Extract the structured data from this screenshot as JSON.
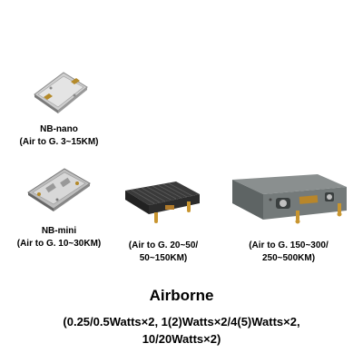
{
  "products": [
    {
      "name": "NB-nano",
      "range": "(Air to G. 3~15KM)"
    },
    {
      "name": "NB-mini",
      "range": "(Air to G. 10~30KM)"
    },
    {
      "range_line1": "(Air to G. 20~50/",
      "range_line2": "50~150KM)"
    },
    {
      "range_line1": "(Air to G. 150~300/",
      "range_line2": "250~500KM)"
    }
  ],
  "heading": "Airborne",
  "specs": {
    "line1": "(0.25/0.5Watts×2, 1(2)Watts×2/4(5)Watts×2,",
    "line2": "10/20Watts×2)"
  }
}
